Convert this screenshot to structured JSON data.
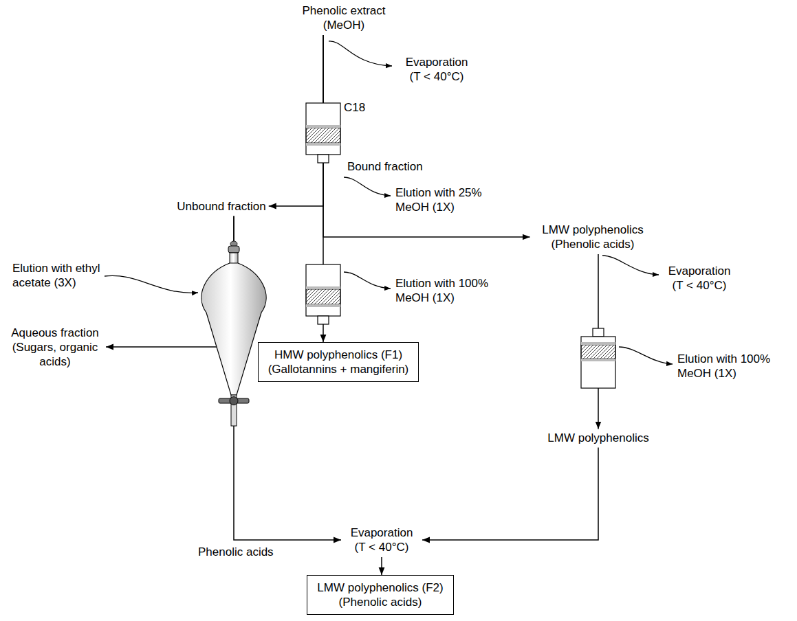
{
  "diagram": {
    "nodes": [
      {
        "text": [
          "Phenolic extract (MeOH)"
        ]
      },
      {
        "text": [
          "Unbound fraction"
        ]
      },
      {
        "text": [
          "LMW polyphenolics (Phenolic acids)"
        ]
      },
      {
        "text": [
          "Aqueous fraction (Sugars, organic acids)"
        ]
      },
      {
        "text": [
          "HMW polyphenolics (F1)",
          "(Gallotannins + mangiferin)"
        ]
      },
      {
        "text": [
          "LMW polyphenolics"
        ]
      },
      {
        "text": [
          "Evaporation (T < 40°C)"
        ]
      },
      {
        "text": [
          "LMW polyphenolics (F2)",
          "(Phenolic acids)"
        ]
      }
    ],
    "edges": [
      {
        "from": 0,
        "to": 1,
        "arrow": "to"
      },
      {
        "from": 0,
        "to": 4,
        "arrow": "to"
      },
      {
        "from": 0,
        "to": 2,
        "arrow": "to"
      },
      {
        "from": 1,
        "to": 3,
        "arrow": "to"
      },
      {
        "from": 1,
        "to": 6,
        "label": "Phenolic acids",
        "arrow": "to"
      },
      {
        "from": 2,
        "to": 5,
        "arrow": "to"
      },
      {
        "from": 5,
        "to": 6,
        "arrow": "to"
      },
      {
        "from": 6,
        "to": 7,
        "arrow": "to"
      }
    ],
    "labels": [
      "Evaporation (T < 40°C)",
      "C18",
      "Bound fraction",
      "Elution with 25% MeOH (1X)",
      "Elution with 100% MeOH (1X)",
      "Elution with ethyl acetate (3X)",
      "Evaporation (T < 40°C)",
      "Elution with 100% MeOH (1X)"
    ]
  }
}
